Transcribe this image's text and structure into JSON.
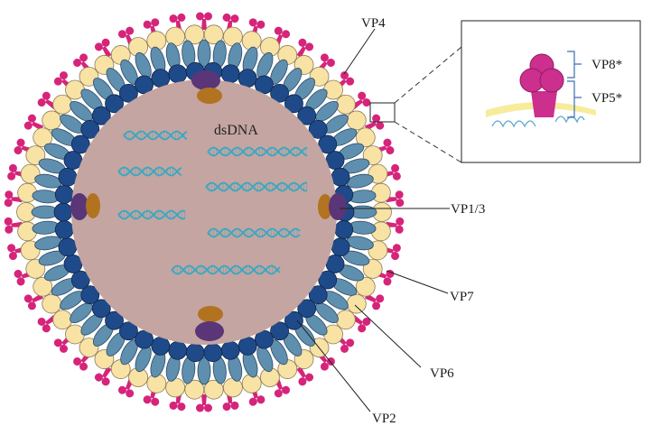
{
  "labels": {
    "vp4": "VP4",
    "vp1_3": "VP1/3",
    "vp7": "VP7",
    "vp6": "VP6",
    "vp2": "VP2",
    "dsdna": "dsDNA",
    "vp8": "VP8*",
    "vp5": "VP5*"
  },
  "colors": {
    "core": "#c4a5a1",
    "vp2_layer": "#1f4a8a",
    "vp6_layer": "#5f8fae",
    "vp7_layer": "#f8e2a4",
    "vp4_spike": "#d6247a",
    "vp1": "#5a3577",
    "vp3": "#b1731f",
    "dna": "#3aa7c2",
    "inset_head": "#cc2f8e",
    "inset_membrane": "#f6ec9c"
  }
}
